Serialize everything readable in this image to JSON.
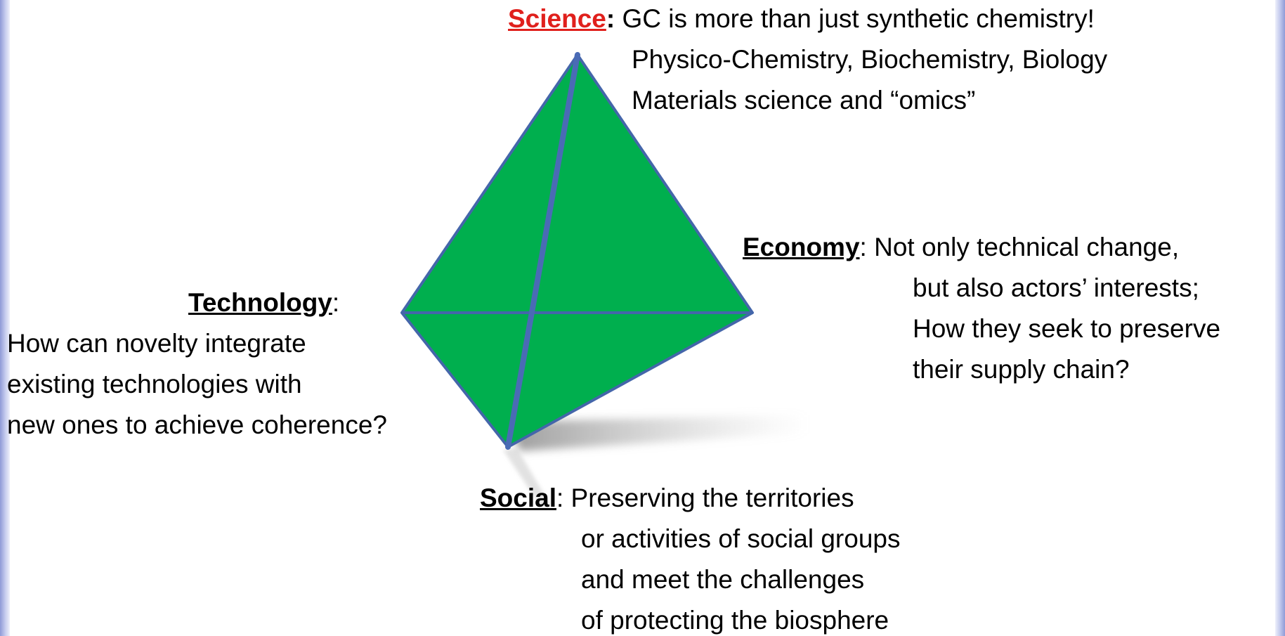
{
  "colors": {
    "fill": "#00af4e",
    "edge": "#4466aa",
    "inner_edge": "#4a6bb5",
    "science_heading": "#e0201c",
    "side_bars": "#8f9ad6"
  },
  "science": {
    "heading": "Science",
    "colon": ":",
    "lines": [
      "GC is more than just synthetic chemistry!",
      "Physico-Chemistry, Biochemistry, Biology",
      "Materials science and “omics”"
    ]
  },
  "economy": {
    "heading": "Economy",
    "lines": [
      ": Not only technical change,",
      "but also actors’ interests;",
      "How they seek to preserve",
      "their supply chain?"
    ]
  },
  "technology": {
    "heading": "Technology",
    "colon": ":",
    "lines": [
      "How can novelty integrate",
      "existing technologies with",
      "new ones to achieve coherence?"
    ]
  },
  "social": {
    "heading": "Social",
    "lines": [
      ": Preserving the territories",
      "or activities of social groups",
      "and meet the challenges",
      "of protecting the biosphere"
    ]
  }
}
